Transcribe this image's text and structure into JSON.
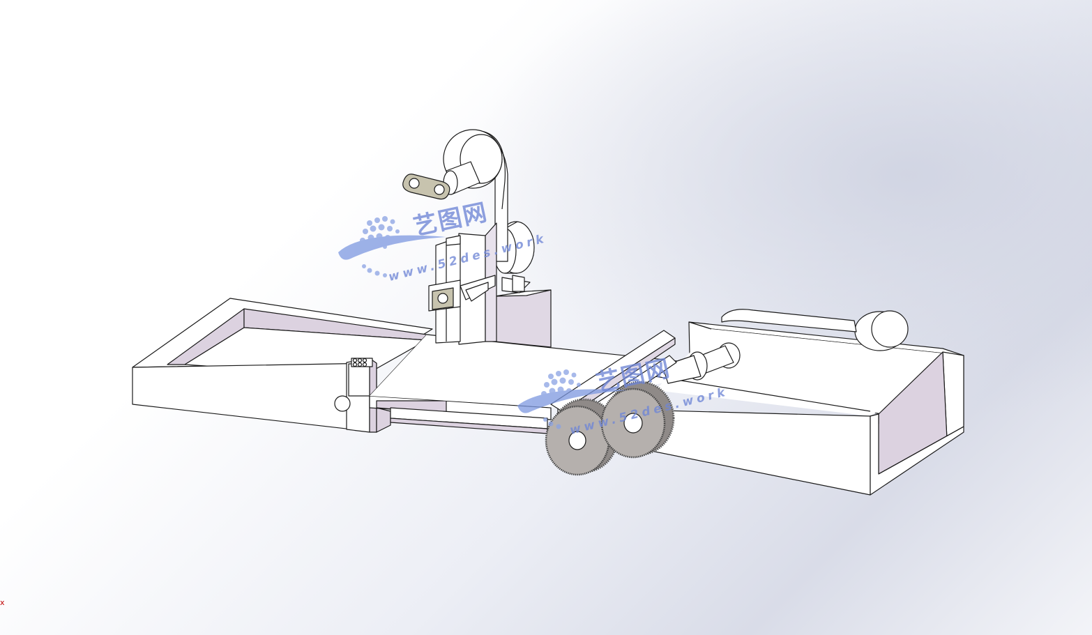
{
  "viewport": {
    "background_color": "#e4e6ef",
    "model_face_color": "#ffffff",
    "model_shadow_color": "#dcd2e0",
    "edge_color": "#1a1a1a",
    "gear_color": "#b5b0ad",
    "link_color": "#c7c3ae"
  },
  "watermark": {
    "brand_text": "艺图网",
    "url_text": "www.52des.work",
    "color": "#6f86d6",
    "icon": "globe-icon"
  },
  "triad": {
    "marker_text": "x",
    "color": "#c00000"
  }
}
